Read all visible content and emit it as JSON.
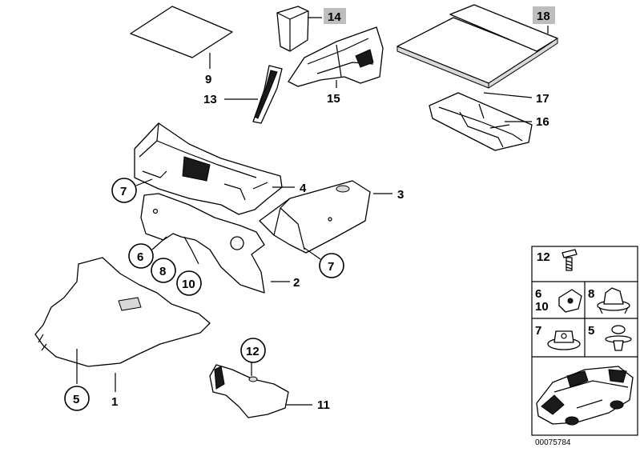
{
  "callouts": {
    "c1": "1",
    "c2": "2",
    "c3": "3",
    "c4": "4",
    "c5": "5",
    "c6": "6",
    "c7a": "7",
    "c7b": "7",
    "c8": "8",
    "c9": "9",
    "c10": "10",
    "c11": "11",
    "c12": "12",
    "c13": "13",
    "c14": "14",
    "c15": "15",
    "c16": "16",
    "c17": "17",
    "c18": "18"
  },
  "fasteners": {
    "f12": "12",
    "f6": "6",
    "f10": "10",
    "f8": "8",
    "f7": "7",
    "f5": "5"
  },
  "document_number": "00075784",
  "colors": {
    "highlight": "#bdbdbd",
    "line": "#000000"
  }
}
